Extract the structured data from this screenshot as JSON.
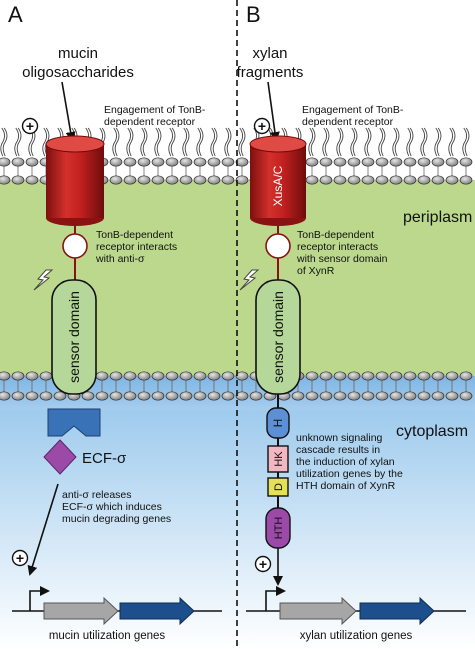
{
  "panels": [
    {
      "letter": "A",
      "ligand_lines": [
        "mucin",
        "oligosaccharides"
      ],
      "engagement_lines": [
        "Engagement of TonB-",
        "dependent receptor"
      ],
      "receptor_label": "",
      "interaction_lines": [
        "TonB-dependent",
        "receptor interacts",
        "with anti-σ"
      ],
      "sensor_label": "sensor domain",
      "factor_label": "ECF-σ",
      "release_lines": [
        "anti-σ releases",
        "ECF-σ which induces",
        "mucin degrading genes"
      ],
      "genes_label": "mucin utilization genes"
    },
    {
      "letter": "B",
      "ligand_lines": [
        "xylan",
        "fragments"
      ],
      "engagement_lines": [
        "Engagement of TonB-",
        "dependent receptor"
      ],
      "receptor_label": "XusA/C",
      "interaction_lines": [
        "TonB-dependent",
        "receptor interacts",
        "with sensor domain",
        "of XynR"
      ],
      "sensor_label": "sensor domain",
      "domains": [
        "H",
        "HK",
        "D",
        "HTH"
      ],
      "cascade_lines": [
        "unknown signaling",
        "cascade results in",
        "the induction of xylan",
        "utilization genes by the",
        "HTH domain of XynR"
      ],
      "genes_label": "xylan utilization genes"
    }
  ],
  "compartments": {
    "periplasm": "periplasm",
    "cytoplasm": "cytoplasm"
  },
  "plus_symbol": "+",
  "colors": {
    "receptor": "#c0201f",
    "periplasm": "#bcd88c",
    "cytoplasm_top": "#a9d1ef",
    "sensor": "#b5d89a",
    "anti_sigma": "#3a72b8",
    "ecf_sigma": "#9b4aa8",
    "gene_gray": "#a6a6a6",
    "gene_blue": "#1d4f8c",
    "domain_H": "#5c8fd4",
    "domain_HK": "#f2b8c2",
    "domain_D": "#e6df5a",
    "domain_HTH": "#9b4aa8"
  }
}
